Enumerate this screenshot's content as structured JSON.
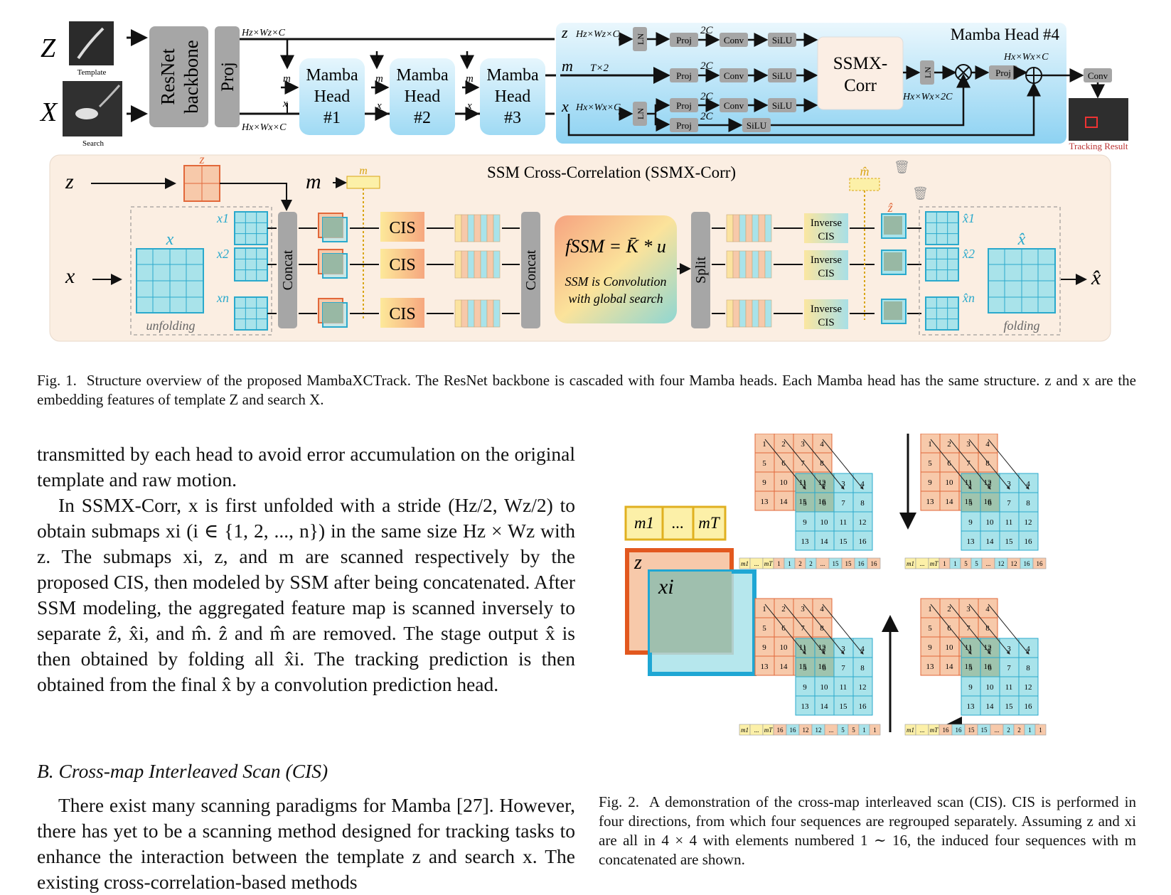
{
  "fig1": {
    "input_Z": "Z",
    "input_X": "X",
    "template_label": "Template",
    "search_label": "Search",
    "backbone": "ResNet backbone",
    "backbone_line1": "ResNet",
    "backbone_line2": "backbone",
    "proj": "Proj",
    "dim_z": "Hz×Wz×C",
    "dim_x": "Hx×Wx×C",
    "heads": [
      {
        "line1": "Mamba",
        "line2": "Head",
        "line3": "#1"
      },
      {
        "line1": "Mamba",
        "line2": "Head",
        "line3": "#2"
      },
      {
        "line1": "Mamba",
        "line2": "Head",
        "line3": "#3"
      }
    ],
    "head4_title": "Mamba Head #4",
    "head4": {
      "z": "z",
      "m": "m",
      "x": "x",
      "dim_m": "T×2",
      "ln": "LN",
      "proj": "Proj",
      "conv": "Conv",
      "silu": "SiLU",
      "two_c": "2C",
      "ssmx_line1": "SSMX-",
      "ssmx_line2": "Corr",
      "dim_2c": "Hx×Wx×2C",
      "dim_out": "Hx×Wx×C",
      "out_conv": "Conv"
    },
    "tracking_result": "Tracking Result",
    "ssmx": {
      "title": "SSM Cross-Correlation (SSMX-Corr)",
      "z": "z",
      "x": "x",
      "m": "m",
      "x_hat": "x̂",
      "m_hat": "m̂",
      "z_hat": "ẑ",
      "sub_x": [
        "x1",
        "x2",
        "xn"
      ],
      "sub_xhat": [
        "x̂1",
        "x̂2",
        "x̂n"
      ],
      "concat": "Concat",
      "cis": "CIS",
      "fssm": "fSSM = K̄ * u",
      "ssm_note_line1": "SSM is Convolution",
      "ssm_note_line2": "with global search",
      "split": "Split",
      "inverse_line1": "Inverse",
      "inverse_line2": "CIS",
      "unfolding": "unfolding",
      "folding": "folding"
    },
    "caption_label": "Fig. 1.",
    "caption_text": "Structure overview of the proposed MambaXCTrack. The ResNet backbone is cascaded with four Mamba heads. Each Mamba head has the same structure. z and x are the embedding features of template Z and search X."
  },
  "body": {
    "para1": "transmitted by each head to avoid error accumulation on the original template and raw motion.",
    "para2": "In SSMX-Corr, x is first unfolded with a stride (Hz/2, Wz/2) to obtain submaps xi (i ∈ {1, 2, ..., n}) in the same size Hz × Wz with z. The submaps xi, z, and m are scanned respectively by the proposed CIS, then modeled by SSM after being concatenated. After SSM modeling, the aggregated feature map is scanned inversely to separate ẑ, x̂i, and m̂. ẑ and m̂ are removed. The stage output x̂ is then obtained by folding all x̂i. The tracking prediction is then obtained from the final x̂ by a convolution prediction head.",
    "section_title": "B.  Cross-map Interleaved Scan (CIS)",
    "para3": "There exist many scanning paradigms for Mamba [27]. However, there has yet to be a scanning method designed for tracking tasks to enhance the interaction between the template z and search x. The existing cross-correlation-based methods"
  },
  "fig2": {
    "m_box": [
      "m1",
      "...",
      "mT"
    ],
    "z_label": "z",
    "xi_label": "xi",
    "grid_numbers": [
      "1",
      "2",
      "3",
      "4",
      "5",
      "6",
      "7",
      "8",
      "9",
      "10",
      "11",
      "12",
      "13",
      "14",
      "15",
      "16"
    ],
    "sequences": [
      [
        "m1",
        "...",
        "mT",
        "1",
        "1",
        "2",
        "2",
        "...",
        "15",
        "15",
        "16",
        "16"
      ],
      [
        "m1",
        "...",
        "mT",
        "1",
        "1",
        "5",
        "5",
        "...",
        "12",
        "12",
        "16",
        "16"
      ],
      [
        "m1",
        "...",
        "mT",
        "16",
        "16",
        "12",
        "12",
        "...",
        "5",
        "5",
        "1",
        "1"
      ],
      [
        "m1",
        "...",
        "mT",
        "16",
        "16",
        "15",
        "15",
        "...",
        "2",
        "2",
        "1",
        "1"
      ]
    ],
    "caption_label": "Fig. 2.",
    "caption_text": "A demonstration of the cross-map interleaved scan (CIS). CIS is performed in four directions, from which four sequences are regrouped separately. Assuming z and xi are all in 4 × 4 with elements numbered 1 ∼ 16, the induced four sequences with m concatenated are shown."
  },
  "colors": {
    "gray_block": "#a6a6a6",
    "head_blue": "#bfe6f7",
    "panel_blue": "#8fd0f0",
    "orange_cell": "#f7c9aa",
    "orange_border": "#e2683a",
    "cyan_cell": "#a9e3ea",
    "cyan_border": "#2aa9cc",
    "overlap_cell": "#9fc4ae",
    "ssmx_panel": "#fbeee2",
    "yellow_box": "#fcf0a8"
  }
}
